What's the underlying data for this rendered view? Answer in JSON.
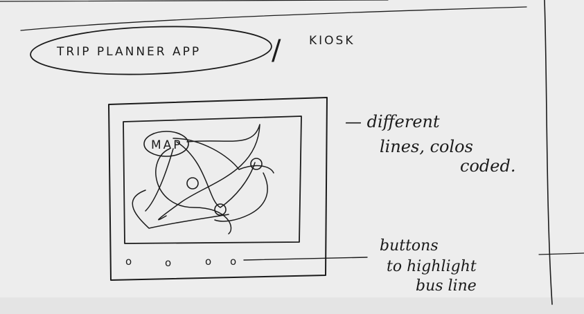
{
  "title": {
    "app_label": "TRIP PLANNER APP",
    "separator": "/",
    "alt_label": "KIOSK"
  },
  "device": {
    "map_label": "MAP",
    "buttons": [
      "o",
      "o",
      "o",
      "o"
    ]
  },
  "annotations": {
    "lines_note": [
      "— different",
      "lines, colos",
      "coded."
    ],
    "buttons_note": [
      "buttons",
      "to highlight",
      "bus line"
    ]
  },
  "colors": {
    "paper": "#ededed",
    "ink": "#1b1b1b"
  }
}
